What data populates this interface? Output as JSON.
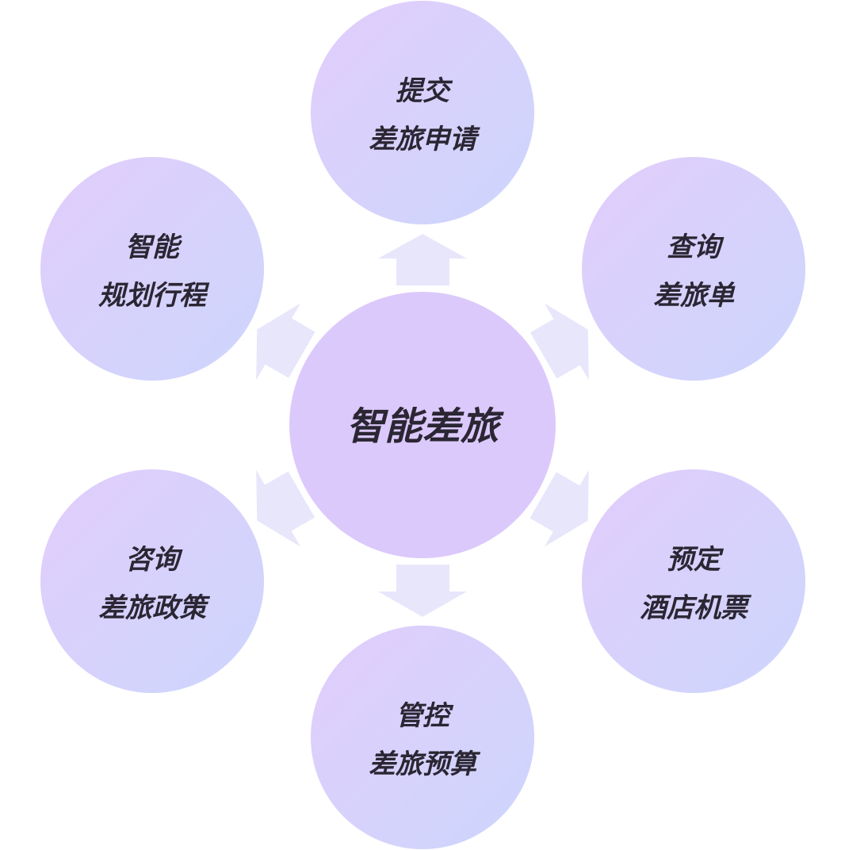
{
  "center": {
    "label": "智能差旅"
  },
  "nodes": [
    {
      "id": "top",
      "line1": "提交",
      "line2": "差旅申请"
    },
    {
      "id": "top-right",
      "line1": "查询",
      "line2": "差旅单"
    },
    {
      "id": "bottom-right",
      "line1": "预定",
      "line2": "酒店机票"
    },
    {
      "id": "bottom",
      "line1": "管控",
      "line2": "差旅预算"
    },
    {
      "id": "bottom-left",
      "line1": "咨询",
      "line2": "差旅政策"
    },
    {
      "id": "top-left",
      "line1": "智能",
      "line2": "规划行程"
    }
  ],
  "colors": {
    "center_fill": "#dcc9fb",
    "node_fill_start": "#e2cdfb",
    "node_fill_end": "#ccd6fd",
    "arrow_fill": "#e8e6fb",
    "text": "#2b2633"
  }
}
